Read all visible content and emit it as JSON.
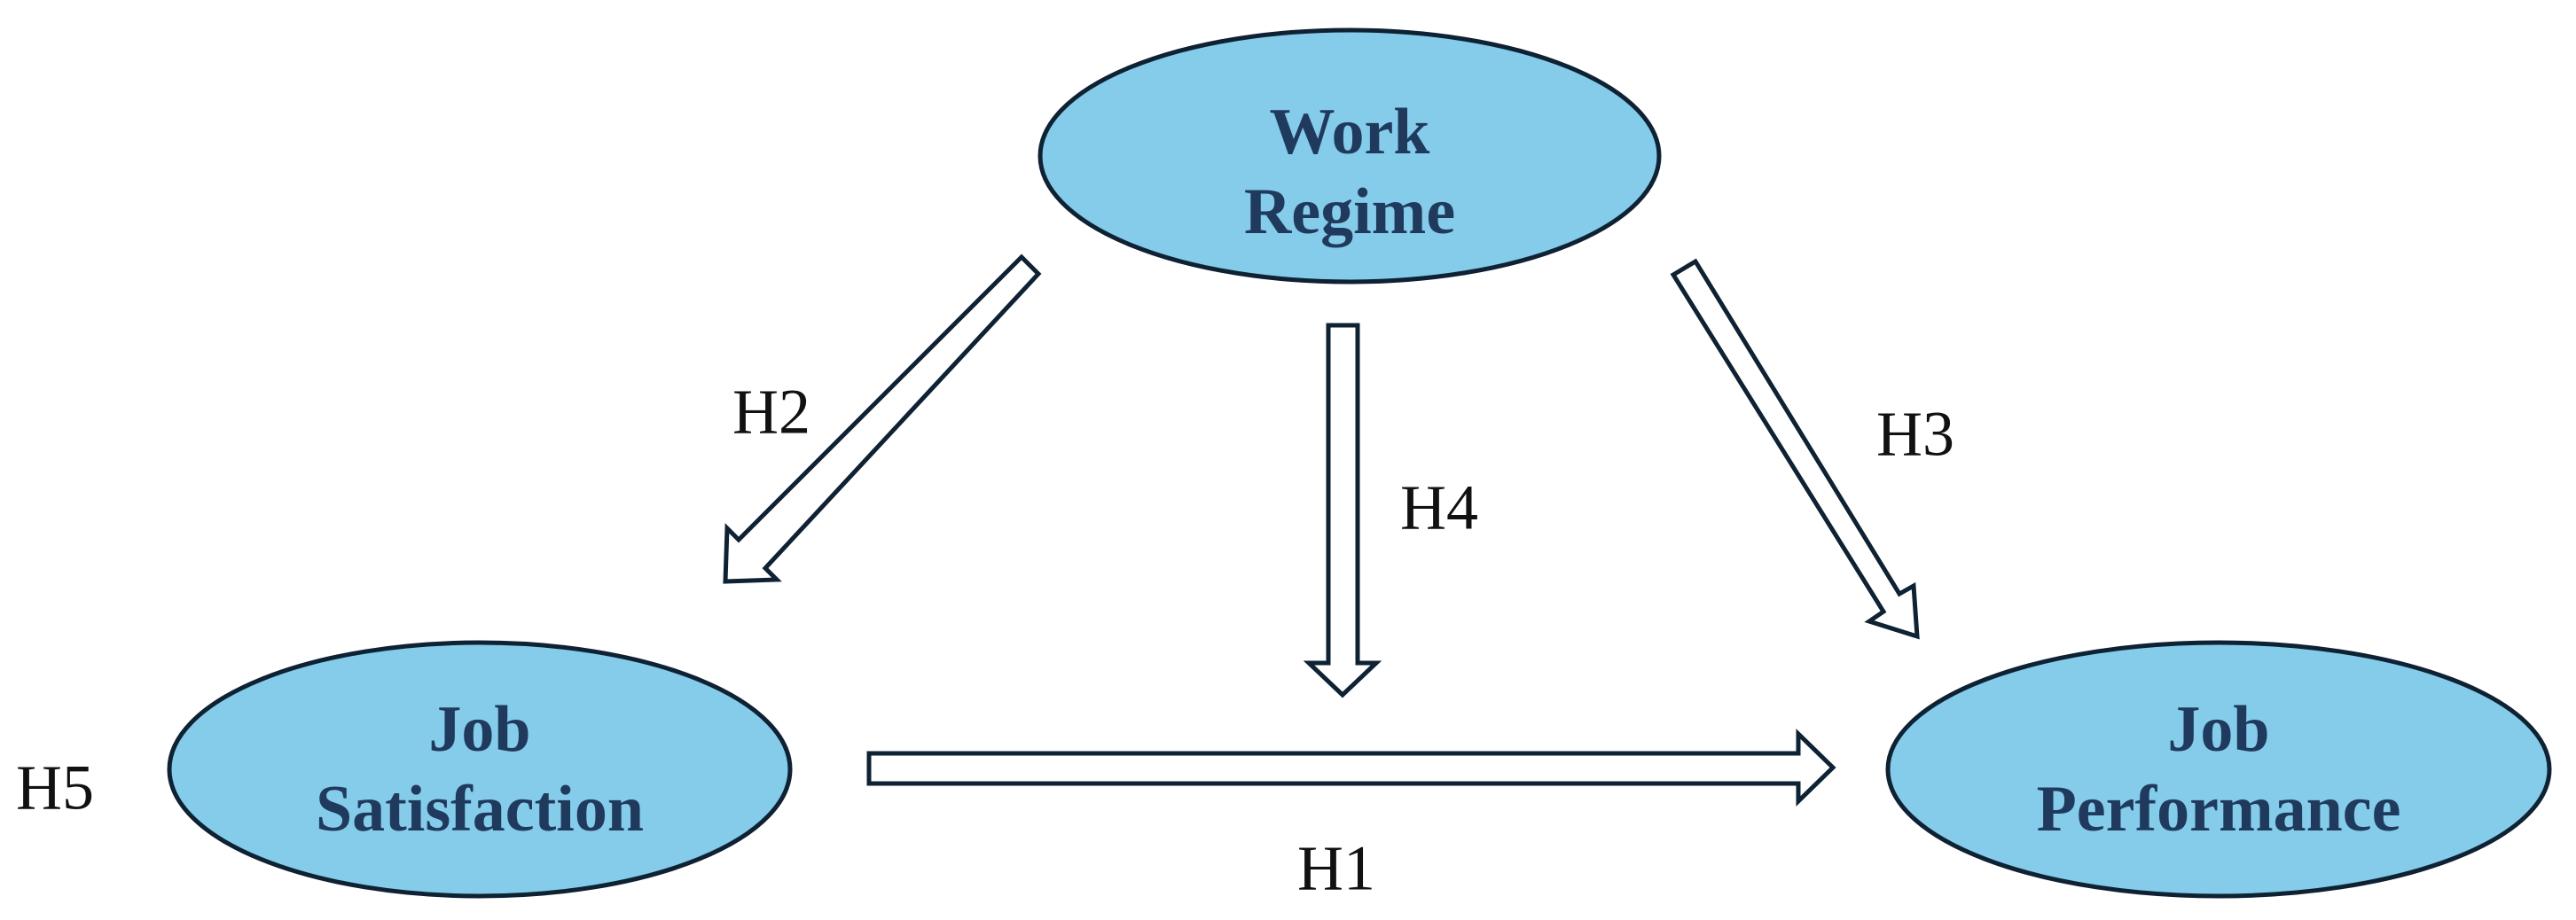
{
  "colors": {
    "node_fill": "#85cbea",
    "node_stroke": "#0e2233",
    "node_text": "#1f3a5c",
    "arrow_fill": "#ffffff",
    "arrow_stroke": "#0e2233",
    "label_text": "#111111"
  },
  "nodes": {
    "work_regime": {
      "line1": "Work",
      "line2": "Regime"
    },
    "job_satisfaction": {
      "line1": "Job",
      "line2": "Satisfaction"
    },
    "job_performance": {
      "line1": "Job",
      "line2": "Performance"
    }
  },
  "hypotheses": {
    "h1": "H1",
    "h2": "H2",
    "h3": "H3",
    "h4": "H4",
    "h5": "H5"
  },
  "arrow_style": "hollow-block"
}
